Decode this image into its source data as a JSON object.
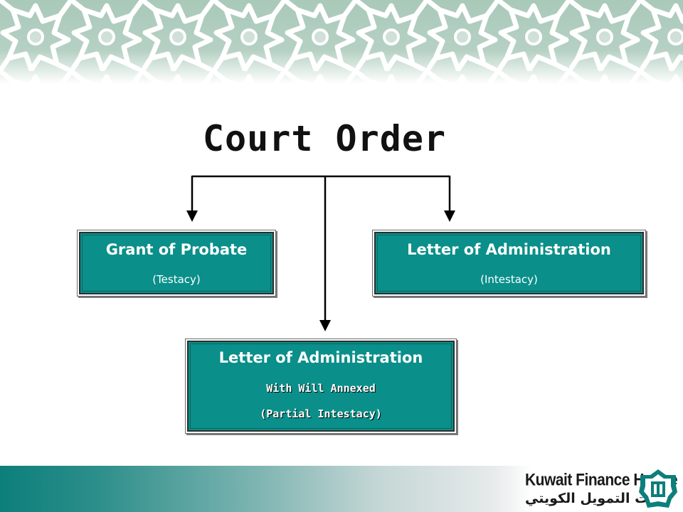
{
  "title": "Court Order",
  "boxes": {
    "probate": {
      "title": "Grant of Probate",
      "subtitle": "(Testacy)"
    },
    "administration": {
      "title": "Letter of Administration",
      "subtitle": "(Intestacy)"
    },
    "annexed": {
      "title": "Letter of Administration",
      "line2": "With Will Annexed",
      "line3": "(Partial Intestacy)"
    }
  },
  "logo": {
    "name_en": "Kuwait Finance House",
    "name_ar": "بيت التمويل الكويتي"
  },
  "colors": {
    "box_fill": "#0a8f8a",
    "header_pattern": "#c9ddd3",
    "footer_start": "#0c7f7b"
  }
}
